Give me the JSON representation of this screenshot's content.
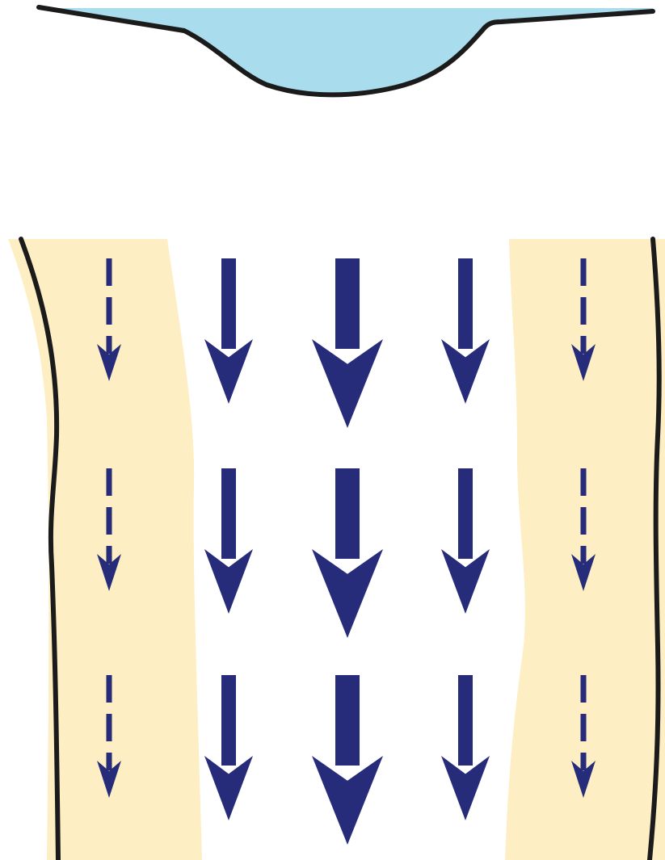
{
  "colors": {
    "background": "#ffffff",
    "water": "#a9dcec",
    "ground_line": "#1b1b1b",
    "bank_sand": "#fdeec3",
    "flow_arrow": "#262c7a"
  },
  "river_cross_section": {
    "shape": "channel-profile"
  },
  "river_plan_view": {
    "flow_direction": "down",
    "arrow_rows": 3,
    "lanes": [
      {
        "id": "left-bank",
        "style": "dashed",
        "relative_speed": "slow"
      },
      {
        "id": "left-mid",
        "style": "solid",
        "relative_speed": "medium"
      },
      {
        "id": "center",
        "style": "solid",
        "relative_speed": "fast"
      },
      {
        "id": "right-mid",
        "style": "solid",
        "relative_speed": "medium"
      },
      {
        "id": "right-bank",
        "style": "dashed",
        "relative_speed": "slow"
      }
    ]
  }
}
